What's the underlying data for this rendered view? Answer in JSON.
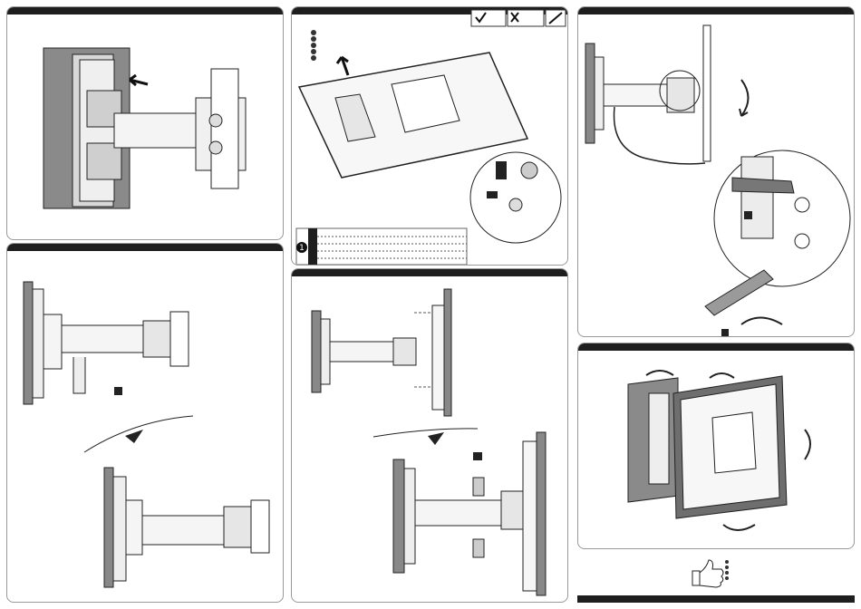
{
  "steps": [
    {
      "id": 1
    },
    {
      "id": 2
    },
    {
      "id": 3
    },
    {
      "id": 4
    },
    {
      "id": 5
    },
    {
      "id": 6
    }
  ],
  "icons": {
    "check": "check-icon",
    "cross": "cross-icon",
    "tools": "screwdriver-icon",
    "rotate": "rotate-arrow-icon",
    "thumb": "thumbs-up-icon",
    "info": "info-icon"
  },
  "info_marker": "1",
  "colors": {
    "bar": "#1e1e1e",
    "wall": "#7a7a7a",
    "line": "#222222",
    "panel_border": "#999999"
  }
}
